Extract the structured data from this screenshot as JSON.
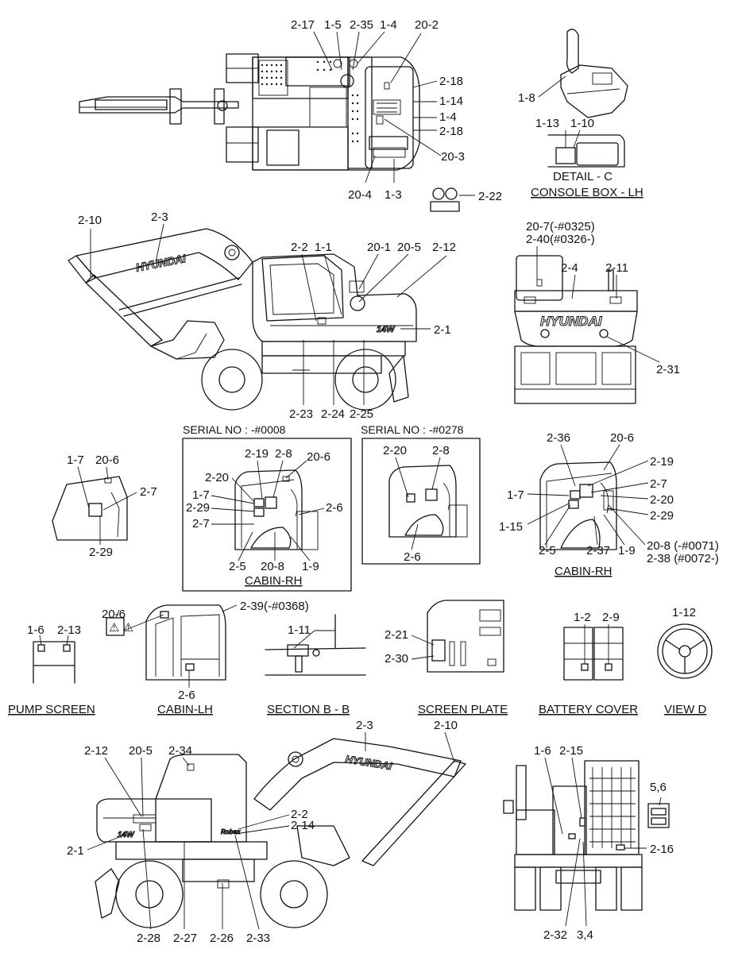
{
  "callouts": {
    "top_view": [
      "2-17",
      "1-5",
      "2-35",
      "1-4",
      "20-2",
      "2-18",
      "1-14",
      "1-4",
      "2-18",
      "20-3",
      "20-4",
      "1-3"
    ],
    "top_view_extra": "2-22",
    "console": [
      "1-8",
      "1-13",
      "1-10"
    ],
    "left_side": [
      "2-10",
      "2-3",
      "2-2",
      "1-1",
      "20-1",
      "20-5",
      "2-12",
      "2-1",
      "2-23",
      "2-24",
      "2-25"
    ],
    "rear": [
      "20-7(-#0325)",
      "2-40(#0326-)",
      "2-4",
      "2-11",
      "2-31"
    ],
    "cabin_small": [
      "1-7",
      "20-6",
      "2-7",
      "2-29"
    ],
    "serial_a": [
      "2-19",
      "2-8",
      "20-6",
      "2-20",
      "1-7",
      "2-29",
      "2-6",
      "2-7",
      "2-5",
      "20-8",
      "1-9"
    ],
    "serial_b": [
      "2-20",
      "2-8",
      "2-6"
    ],
    "cabin_rh": [
      "2-36",
      "20-6",
      "2-19",
      "1-7",
      "2-7",
      "2-20",
      "2-29",
      "1-15",
      "2-5",
      "2-37",
      "1-9",
      "20-8 (-#0071)",
      "2-38 (#0072-)"
    ],
    "pump": [
      "1-6",
      "2-13"
    ],
    "cabin_lh": [
      "20-6",
      "2-39(-#0368)",
      "2-6"
    ],
    "section": [
      "1-11"
    ],
    "screen": [
      "2-21",
      "2-30"
    ],
    "battery": [
      "1-2",
      "2-9"
    ],
    "viewd": [
      "1-12"
    ],
    "right_side": [
      "2-12",
      "20-5",
      "2-34",
      "2-3",
      "2-10",
      "2-2",
      "2-14",
      "2-1",
      "2-28",
      "2-27",
      "2-26",
      "2-33"
    ],
    "front": [
      "1-6",
      "2-15",
      "5,6",
      "2-16",
      "2-32",
      "3,4"
    ]
  },
  "captions": {
    "detail_c": "DETAIL - C",
    "console_box": "CONSOLE BOX - LH",
    "cabin_rh_a": "CABIN-RH",
    "cabin_rh_b": "CABIN-RH",
    "pump_screen": "PUMP SCREEN",
    "cabin_lh": "CABIN-LH",
    "section_bb": "SECTION B - B",
    "screen_plate": "SCREEN PLATE",
    "battery_cover": "BATTERY COVER",
    "view_d": "VIEW  D"
  },
  "serials": {
    "a": "SERIAL NO : -#0008",
    "b": "SERIAL NO : -#0278"
  },
  "decal_text": {
    "brand": "HYUNDAI",
    "model": "14W",
    "emblem": "Robex"
  }
}
